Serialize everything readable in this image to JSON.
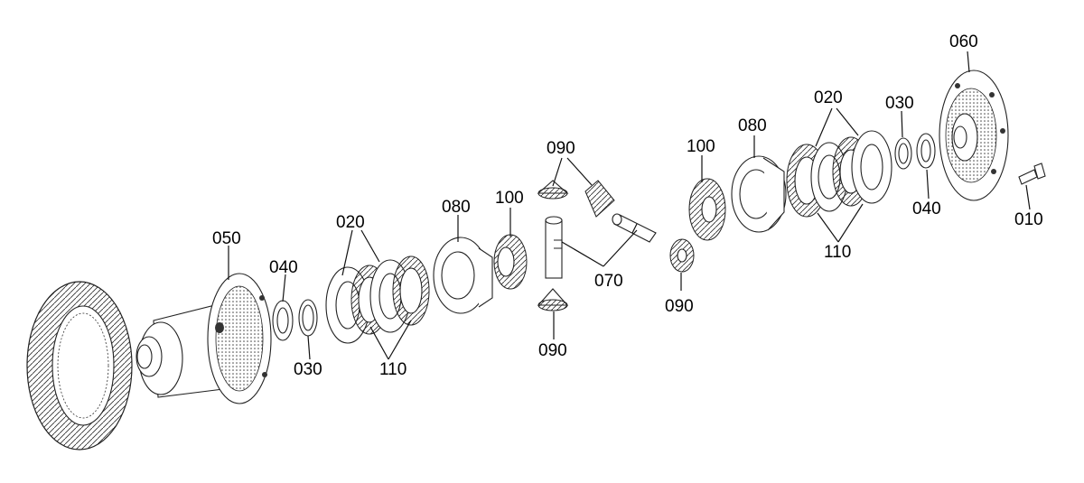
{
  "diagram": {
    "labels": {
      "p010": "010",
      "p020a": "020",
      "p020b": "020",
      "p030a": "030",
      "p030b": "030",
      "p040a": "040",
      "p040b": "040",
      "p050": "050",
      "p060": "060",
      "p070": "070",
      "p080a": "080",
      "p080b": "080",
      "p090a": "090",
      "p090b": "090",
      "p090c": "090",
      "p100a": "100",
      "p100b": "100",
      "p110a": "110",
      "p110b": "110"
    }
  }
}
